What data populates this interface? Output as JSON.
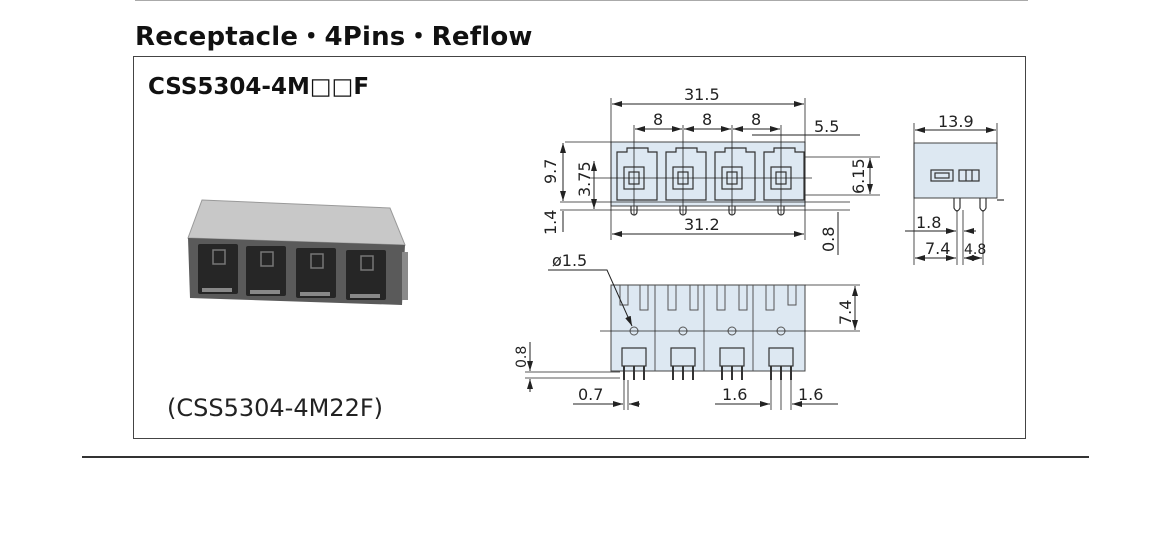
{
  "header": {
    "title": "Receptacle・4Pins・Reflow"
  },
  "product": {
    "part_number": "CSS5304-4M□□F",
    "example_caption": "(CSS5304-4M22F)",
    "photo_alt": "4-port receptacle connector photo"
  },
  "drawing": {
    "front_view": {
      "overall_width_top": "31.5",
      "pitch_1": "8",
      "pitch_2": "8",
      "pitch_3": "8",
      "edge_offset": "5.5",
      "height": "9.7",
      "center_height": "3.75",
      "standoff": "1.4",
      "base_width": "31.2",
      "right_height": "6.15",
      "lead_drop": "0.8"
    },
    "side_view": {
      "depth": "13.9",
      "lead_offset": "1.8",
      "front_to_lead": "7.4",
      "lead_spacing": "4.8"
    },
    "bottom_view": {
      "hole_diameter": "ø1.5",
      "hole_depth": "7.4",
      "lead_height": "0.8",
      "lead_width": "0.7",
      "lead_pitch_1": "1.6",
      "lead_pitch_2": "1.6"
    }
  },
  "colors": {
    "body_fill": "#dde8f2",
    "line": "#222222"
  }
}
